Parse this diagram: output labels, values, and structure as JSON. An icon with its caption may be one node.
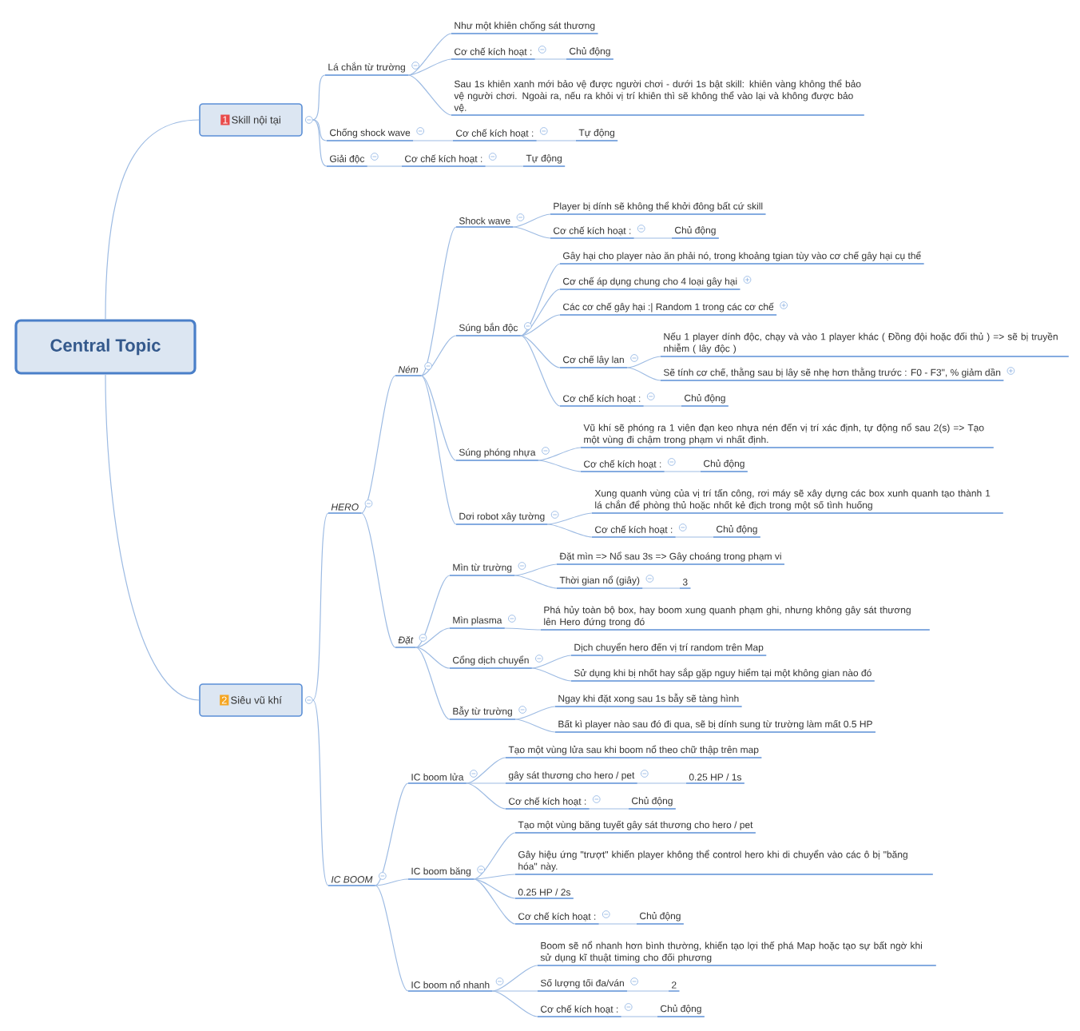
{
  "diagram": {
    "nodes": [
      {
        "text": [
          "Central Topic"
        ]
      },
      {
        "text": [
          "1",
          "Skill nội tại"
        ]
      },
      {
        "text": [
          "2",
          "Siêu vũ khí"
        ]
      },
      {
        "text": [
          "Lá chắn từ trường"
        ]
      },
      {
        "text": [
          "Như một khiên chống sát thương"
        ]
      },
      {
        "text": [
          "Cơ chế kích hoạt :"
        ]
      },
      {
        "text": [
          "Chủ động"
        ]
      },
      {
        "text": [
          "Sau 1s khiên xanh mới bảo vệ được người chơi - dưới 1s bật skill: khiên vàng không thể bảo vệ người chơi. Ngoài ra, nếu ra khỏi vị trí khiên thì sẽ không thể vào lại và không được bảo vệ."
        ]
      },
      {
        "text": [
          "Chống shock wave"
        ]
      },
      {
        "text": [
          "Cơ chế kích hoạt :"
        ]
      },
      {
        "text": [
          "Tự động"
        ]
      },
      {
        "text": [
          "Giải độc"
        ]
      },
      {
        "text": [
          "Cơ chế kích hoạt :"
        ]
      },
      {
        "text": [
          "Tự động"
        ]
      },
      {
        "text": [
          "HERO"
        ]
      },
      {
        "text": [
          "IC BOOM"
        ]
      },
      {
        "text": [
          "Ném"
        ]
      },
      {
        "text": [
          "Đặt"
        ]
      },
      {
        "text": [
          "Shock wave"
        ]
      },
      {
        "text": [
          "Player bị dính sẽ không thể khởi đông bất cứ skill"
        ]
      },
      {
        "text": [
          "Cơ chế kích hoạt :"
        ]
      },
      {
        "text": [
          "Chủ động"
        ]
      },
      {
        "text": [
          "Súng bắn độc"
        ]
      },
      {
        "text": [
          "Gây hại cho player nào ăn phải nó, trong khoảng tgian tùy vào cơ chế gây hại cụ thể"
        ]
      },
      {
        "text": [
          "Cơ chế áp dụng chung cho 4 loại gây hại"
        ]
      },
      {
        "text": [
          "Các cơ chế gây hại :| Random 1 trong các cơ chế"
        ]
      },
      {
        "text": [
          "Cơ chế lây lan"
        ]
      },
      {
        "text": [
          "Nếu 1 player dính độc, chạy và vào 1 player khác ( Đồng đội hoặc đối thủ ) => sẽ bị truyền nhiễm ( lây độc )"
        ]
      },
      {
        "text": [
          "Sẽ tính cơ chế, thằng sau bị lây sẽ nhẹ hơn thằng trước : F0 - F3\", % giảm dần"
        ]
      },
      {
        "text": [
          "Cơ chế kích hoạt :"
        ]
      },
      {
        "text": [
          "Chủ động"
        ]
      },
      {
        "text": [
          "Súng phóng nhựa"
        ]
      },
      {
        "text": [
          "Vũ khí sẽ phóng ra 1 viên đạn keo nhựa nén đến vị trí xác định, tự động nổ sau 2(s) => Tạo một vùng đi chậm trong phạm vi nhất định."
        ]
      },
      {
        "text": [
          "Cơ chế kích hoạt :"
        ]
      },
      {
        "text": [
          "Chủ động"
        ]
      },
      {
        "text": [
          "Dơi robot xây tường"
        ]
      },
      {
        "text": [
          "Xung quanh vùng của vị trí tấn công, rơi máy sẽ xây dựng các box xunh quanh tạo thành 1 lá chắn để phòng thủ hoặc nhốt kẻ địch trong một số tình huống"
        ]
      },
      {
        "text": [
          "Cơ chế kích hoạt :"
        ]
      },
      {
        "text": [
          "Chủ động"
        ]
      },
      {
        "text": [
          "Mìn từ trường"
        ]
      },
      {
        "text": [
          "Đặt mìn => Nổ sau 3s => Gây choáng trong phạm vi"
        ]
      },
      {
        "text": [
          "Thời gian nổ (giây)"
        ]
      },
      {
        "text": [
          "3"
        ]
      },
      {
        "text": [
          "Mìn plasma"
        ]
      },
      {
        "text": [
          "Phá hủy toàn bộ box, hay boom xung quanh phạm ghi, nhưng không gây sát thương lên Hero đứng trong đó"
        ]
      },
      {
        "text": [
          "Cổng dịch chuyển"
        ]
      },
      {
        "text": [
          "Dịch chuyển hero đến vị trí random trên Map"
        ]
      },
      {
        "text": [
          "Sử dụng khi bị nhốt hay sắp gặp nguy hiểm tại một không gian nào đó"
        ]
      },
      {
        "text": [
          "Bẫy từ trường"
        ]
      },
      {
        "text": [
          "Ngay khi đặt xong sau 1s bẫy sẽ tàng hình"
        ]
      },
      {
        "text": [
          "Bất kì player nào sau đó đi qua, sẽ bị dính sung từ trường làm mất 0.5 HP"
        ]
      },
      {
        "text": [
          "IC boom lửa"
        ]
      },
      {
        "text": [
          "Tạo một vùng lửa sau khi boom nổ theo chữ thập trên map"
        ]
      },
      {
        "text": [
          "gây sát thương cho hero / pet"
        ]
      },
      {
        "text": [
          "0.25 HP / 1s"
        ]
      },
      {
        "text": [
          "Cơ chế kích hoạt :"
        ]
      },
      {
        "text": [
          "Chủ động"
        ]
      },
      {
        "text": [
          "IC boom băng"
        ]
      },
      {
        "text": [
          "Tạo một vùng băng tuyết gây sát thương cho hero / pet"
        ]
      },
      {
        "text": [
          "Gây hiệu ứng \"trượt\" khiến player không thể control hero khi di chuyển vào các ô bị \"băng hóa\" này."
        ]
      },
      {
        "text": [
          "0.25 HP / 2s"
        ]
      },
      {
        "text": [
          "Cơ chế kích hoạt :"
        ]
      },
      {
        "text": [
          "Chủ động"
        ]
      },
      {
        "text": [
          "IC boom nổ nhanh"
        ]
      },
      {
        "text": [
          "Boom sẽ nổ nhanh hơn bình thường, khiến tạo lợi thế phá Map hoặc tạo sự bất ngờ khi sử dụng kĩ thuật timing cho đối phương"
        ]
      },
      {
        "text": [
          "Số lượng tối đa/ván"
        ]
      },
      {
        "text": [
          "2"
        ]
      },
      {
        "text": [
          "Cơ chế kích hoạt :"
        ]
      },
      {
        "text": [
          "Chủ động"
        ]
      }
    ],
    "edges": [
      {
        "from": 0,
        "to": 1,
        "arrow": "none"
      },
      {
        "from": 0,
        "to": 2,
        "arrow": "none"
      },
      {
        "from": 1,
        "to": 3,
        "arrow": "none"
      },
      {
        "from": 1,
        "to": 8,
        "arrow": "none"
      },
      {
        "from": 1,
        "to": 11,
        "arrow": "none"
      },
      {
        "from": 3,
        "to": 4,
        "arrow": "none"
      },
      {
        "from": 3,
        "to": 5,
        "arrow": "none"
      },
      {
        "from": 3,
        "to": 7,
        "arrow": "none"
      },
      {
        "from": 5,
        "to": 6,
        "arrow": "none"
      },
      {
        "from": 8,
        "to": 9,
        "arrow": "none"
      },
      {
        "from": 9,
        "to": 10,
        "arrow": "none"
      },
      {
        "from": 11,
        "to": 12,
        "arrow": "none"
      },
      {
        "from": 12,
        "to": 13,
        "arrow": "none"
      },
      {
        "from": 2,
        "to": 14,
        "arrow": "none"
      },
      {
        "from": 2,
        "to": 15,
        "arrow": "none"
      },
      {
        "from": 14,
        "to": 16,
        "arrow": "none"
      },
      {
        "from": 14,
        "to": 17,
        "arrow": "none"
      },
      {
        "from": 16,
        "to": 18,
        "arrow": "none"
      },
      {
        "from": 16,
        "to": 22,
        "arrow": "none"
      },
      {
        "from": 16,
        "to": 31,
        "arrow": "none"
      },
      {
        "from": 16,
        "to": 35,
        "arrow": "none"
      },
      {
        "from": 18,
        "to": 19,
        "arrow": "none"
      },
      {
        "from": 18,
        "to": 20,
        "arrow": "none"
      },
      {
        "from": 20,
        "to": 21,
        "arrow": "none"
      },
      {
        "from": 22,
        "to": 23,
        "arrow": "none"
      },
      {
        "from": 22,
        "to": 24,
        "arrow": "none"
      },
      {
        "from": 22,
        "to": 25,
        "arrow": "none"
      },
      {
        "from": 22,
        "to": 26,
        "arrow": "none"
      },
      {
        "from": 22,
        "to": 29,
        "arrow": "none"
      },
      {
        "from": 26,
        "to": 27,
        "arrow": "none"
      },
      {
        "from": 26,
        "to": 28,
        "arrow": "none"
      },
      {
        "from": 29,
        "to": 30,
        "arrow": "none"
      },
      {
        "from": 31,
        "to": 32,
        "arrow": "none"
      },
      {
        "from": 31,
        "to": 33,
        "arrow": "none"
      },
      {
        "from": 33,
        "to": 34,
        "arrow": "none"
      },
      {
        "from": 35,
        "to": 36,
        "arrow": "none"
      },
      {
        "from": 35,
        "to": 37,
        "arrow": "none"
      },
      {
        "from": 37,
        "to": 38,
        "arrow": "none"
      },
      {
        "from": 17,
        "to": 39,
        "arrow": "none"
      },
      {
        "from": 17,
        "to": 43,
        "arrow": "none"
      },
      {
        "from": 17,
        "to": 45,
        "arrow": "none"
      },
      {
        "from": 17,
        "to": 48,
        "arrow": "none"
      },
      {
        "from": 39,
        "to": 40,
        "arrow": "none"
      },
      {
        "from": 39,
        "to": 41,
        "arrow": "none"
      },
      {
        "from": 41,
        "to": 42,
        "arrow": "none"
      },
      {
        "from": 43,
        "to": 44,
        "arrow": "none"
      },
      {
        "from": 45,
        "to": 46,
        "arrow": "none"
      },
      {
        "from": 45,
        "to": 47,
        "arrow": "none"
      },
      {
        "from": 48,
        "to": 49,
        "arrow": "none"
      },
      {
        "from": 48,
        "to": 50,
        "arrow": "none"
      },
      {
        "from": 15,
        "to": 51,
        "arrow": "none"
      },
      {
        "from": 15,
        "to": 57,
        "arrow": "none"
      },
      {
        "from": 15,
        "to": 63,
        "arrow": "none"
      },
      {
        "from": 51,
        "to": 52,
        "arrow": "none"
      },
      {
        "from": 51,
        "to": 53,
        "arrow": "none"
      },
      {
        "from": 51,
        "to": 55,
        "arrow": "none"
      },
      {
        "from": 53,
        "to": 54,
        "arrow": "none"
      },
      {
        "from": 55,
        "to": 56,
        "arrow": "none"
      },
      {
        "from": 57,
        "to": 58,
        "arrow": "none"
      },
      {
        "from": 57,
        "to": 59,
        "arrow": "none"
      },
      {
        "from": 57,
        "to": 60,
        "arrow": "none"
      },
      {
        "from": 57,
        "to": 61,
        "arrow": "none"
      },
      {
        "from": 61,
        "to": 62,
        "arrow": "none"
      },
      {
        "from": 63,
        "to": 64,
        "arrow": "none"
      },
      {
        "from": 63,
        "to": 65,
        "arrow": "none"
      },
      {
        "from": 63,
        "to": 67,
        "arrow": "none"
      },
      {
        "from": 65,
        "to": 66,
        "arrow": "none"
      },
      {
        "from": 67,
        "to": 68,
        "arrow": "none"
      }
    ]
  }
}
